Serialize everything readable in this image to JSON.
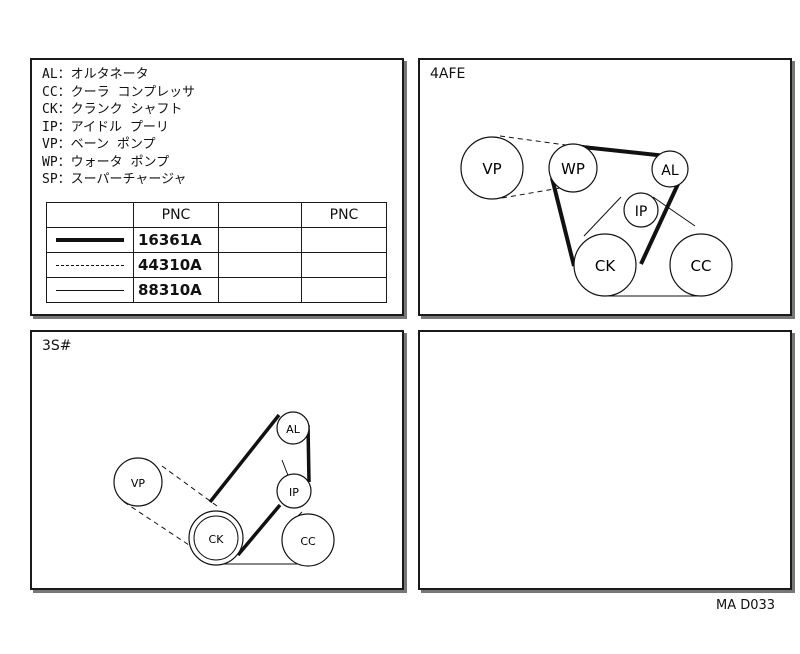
{
  "legend": {
    "abbreviations": [
      {
        "code": "AL",
        "text": "AL：オルタネータ"
      },
      {
        "code": "CC",
        "text": "CC：クーラ コンプレッサ"
      },
      {
        "code": "CK",
        "text": "CK：クランク シャフト"
      },
      {
        "code": "IP",
        "text": "IP：アイドル プーリ"
      },
      {
        "code": "VP",
        "text": "VP：ベーン ポンプ"
      },
      {
        "code": "WP",
        "text": "WP：ウォータ ポンプ"
      },
      {
        "code": "SP",
        "text": "SP：スーパーチャージャ"
      }
    ],
    "table": {
      "header": [
        "",
        "PNC",
        "",
        "PNC"
      ],
      "rows": [
        {
          "line_style": "thick",
          "pnc": "16361A"
        },
        {
          "line_style": "dashed",
          "pnc": "44310A"
        },
        {
          "line_style": "thin",
          "pnc": "88310A"
        }
      ]
    }
  },
  "diagram_4afe": {
    "title": "4AFE",
    "pulleys": {
      "vp": "VP",
      "wp": "WP",
      "al": "AL",
      "ip": "IP",
      "ck": "CK",
      "cc": "CC"
    }
  },
  "diagram_3s": {
    "title": "3S#",
    "pulleys": {
      "al": "AL",
      "vp": "VP",
      "ip": "IP",
      "ck": "CK",
      "cc": "CC"
    }
  },
  "footer": {
    "code": "MA D033"
  }
}
